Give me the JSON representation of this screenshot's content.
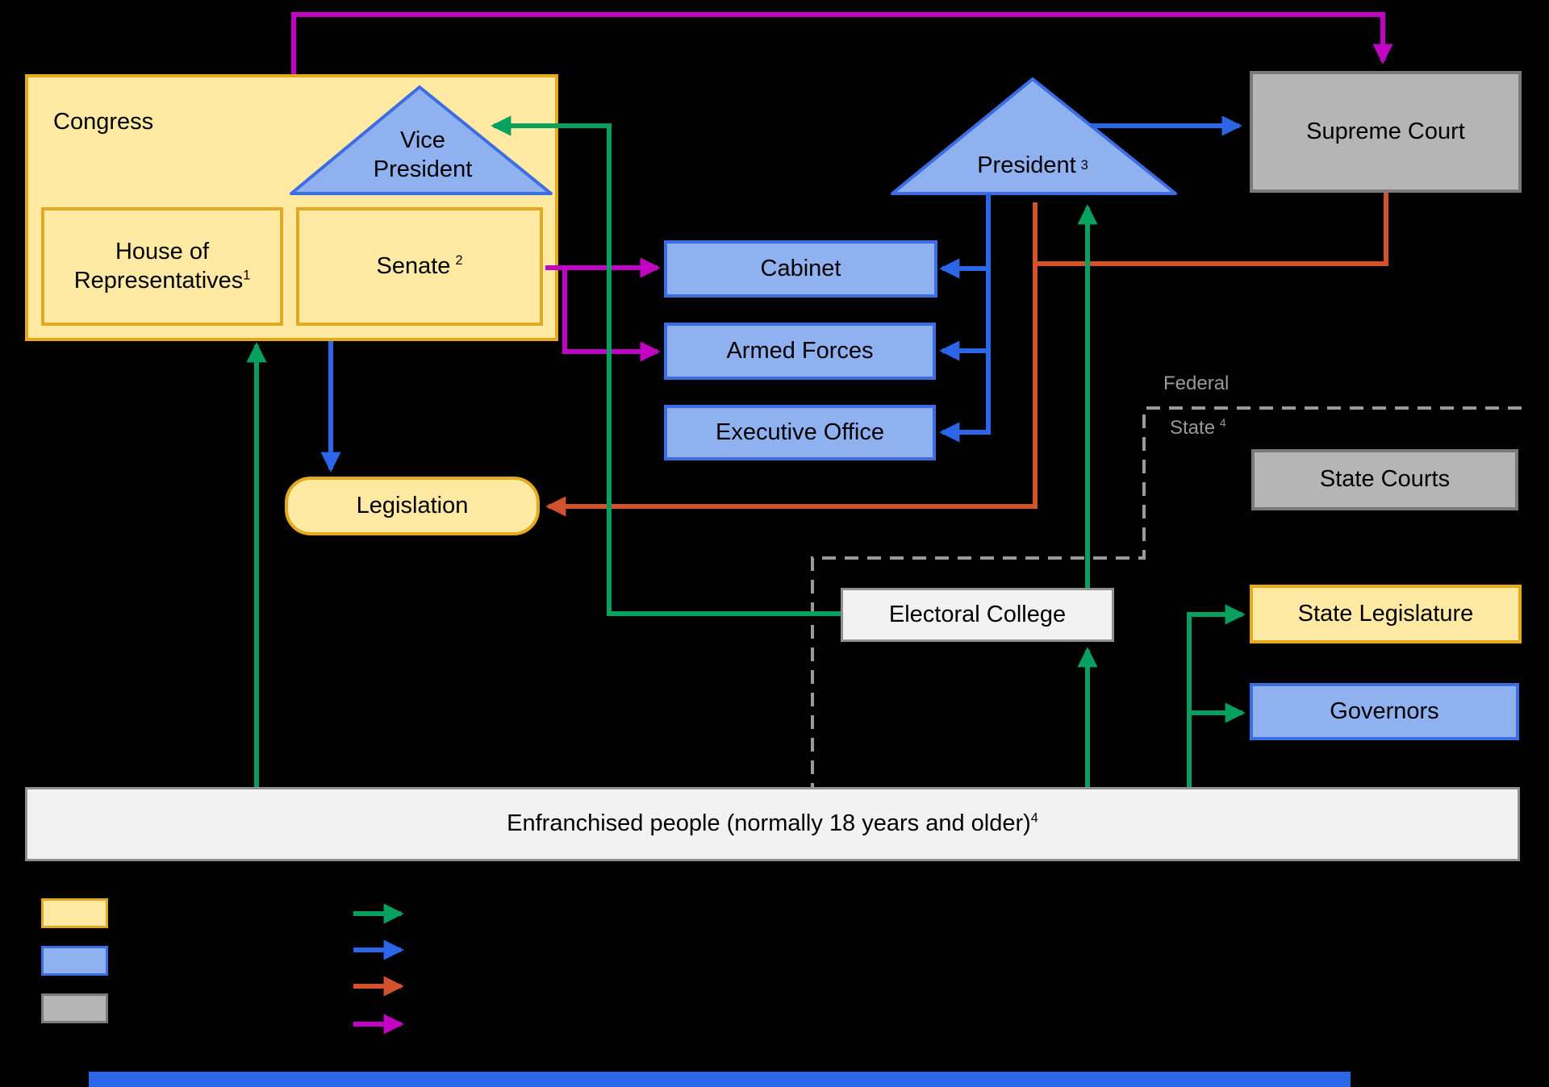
{
  "nodes": {
    "congress": {
      "label": "Congress"
    },
    "vice_president": {
      "label": "Vice President"
    },
    "house": {
      "label": "House of Representatives",
      "sup": "1"
    },
    "senate": {
      "label": "Senate",
      "sup": "2"
    },
    "president": {
      "label": "President",
      "sup": "3"
    },
    "supreme_court": {
      "label": "Supreme Court"
    },
    "cabinet": {
      "label": "Cabinet"
    },
    "armed_forces": {
      "label": "Armed Forces"
    },
    "executive_office": {
      "label": "Executive Office"
    },
    "legislation": {
      "label": "Legislation"
    },
    "electoral_college": {
      "label": "Electoral College"
    },
    "state_courts": {
      "label": "State Courts"
    },
    "state_legislature": {
      "label": "State Legislature"
    },
    "governors": {
      "label": "Governors"
    },
    "enfranchised_people": {
      "label": "Enfranchised people (normally 18 years and older)",
      "sup": "4"
    }
  },
  "region_labels": {
    "federal": "Federal",
    "state": "State",
    "state_sup": "4"
  },
  "colors": {
    "background": "#000000",
    "legislature_fill": "#FFE9A3",
    "legislature_border": "#E4A91F",
    "executive_fill": "#8FB1F0",
    "executive_border": "#3D6DE2",
    "judiciary_fill": "#B5B5B5",
    "judiciary_border": "#7A7A7A",
    "neutral_fill": "#F2F2F2",
    "neutral_border": "#909090",
    "arrow_green": "#07A05F",
    "arrow_blue": "#2B65E8",
    "arrow_red": "#D2522E",
    "arrow_magenta": "#C303C3",
    "boundary_gray": "#9A9A9A"
  },
  "legend": {
    "swatch_colors": [
      "#FFE9A3",
      "#8FB1F0",
      "#B5B5B5"
    ],
    "arrow_colors": [
      "#07A05F",
      "#2B65E8",
      "#D2522E",
      "#C303C3"
    ]
  }
}
